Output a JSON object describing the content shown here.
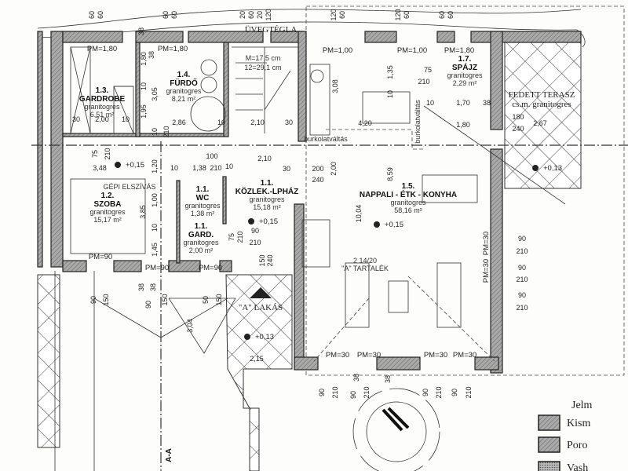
{
  "rooms": [
    {
      "num": "1.3.",
      "name": "GARDROBE",
      "floor": "granitogres",
      "area": "6,51 m²"
    },
    {
      "num": "1.4.",
      "name": "FÜRDŐ",
      "floor": "granitogres",
      "area": "8,21 m²"
    },
    {
      "num": "1.2.",
      "name": "SZOBA",
      "floor": "granitogres",
      "area": "15,17 m²"
    },
    {
      "num": "1.1.",
      "name": "WC",
      "floor": "granitogres",
      "area": "1,38 m²"
    },
    {
      "num": "1.1.",
      "name": "GARD.",
      "floor": "granitogres",
      "area": "2,00 m²"
    },
    {
      "num": "1.1.",
      "name": "KÖZLEK.-LPHÁZ",
      "floor": "granitogres",
      "area": "15,18 m²"
    },
    {
      "num": "1.5.",
      "name": "NAPPALI - ÉTK - KONYHA",
      "floor": "granitogres",
      "area": "58,16 m²"
    },
    {
      "num": "1.7.",
      "name": "SPÁJZ",
      "floor": "granitogres",
      "area": "2,29 m²"
    }
  ],
  "labels": {
    "glass_block": "ÜVEGTÉGLA",
    "stair_rise": "M=17,5 cm",
    "stair_tread": "12=29,1 cm",
    "ventilation": "GÉPI ELSZÍVÁS",
    "floor_change": "burkolatváltás",
    "floor_change_2": "burkolatváltás",
    "terrace_name": "FEDETT TERASZ",
    "terrace_floor": "cs.m. granitogres",
    "apartment": "\"A\" LAKÁS",
    "reserve": "\"A\" TARTALÉK",
    "reserve_stair": "2  14/20",
    "section": "A-A"
  },
  "elevations": [
    "+0,15",
    "+0,15",
    "+0,15",
    "+0,13",
    "+0,13"
  ],
  "pm_labels": [
    "PM=1,80",
    "PM=1,80",
    "PM=1,00",
    "PM=1,00",
    "PM=1,80",
    "PM=90",
    "PM=90",
    "PM=90",
    "PM=30",
    "PM=30",
    "PM=30",
    "PM=30",
    "PM=30",
    "PM=30"
  ],
  "dimensions": [
    "60",
    "60",
    "38",
    "60",
    "60",
    "20",
    "60",
    "20",
    "120",
    "120",
    "60",
    "120",
    "60",
    "60",
    "60",
    "30",
    "2,00",
    "10",
    "1,95",
    "10",
    "3,05",
    "1,80",
    "38",
    "2,86",
    "10",
    "10",
    "210",
    "2,10",
    "30",
    "75",
    "210",
    "3,48",
    "100",
    "2,10",
    "1,20",
    "10",
    "1,38",
    "210",
    "10",
    "30",
    "3,85",
    "1,00",
    "10",
    "1,45",
    "75",
    "210",
    "90",
    "210",
    "150",
    "240",
    "3,08",
    "1,35",
    "10",
    "75",
    "210",
    "4,20",
    "10",
    "1,70",
    "38",
    "1,80",
    "180",
    "240",
    "2,67",
    "200",
    "240",
    "2,00",
    "8,59",
    "10,04",
    "90",
    "210",
    "90",
    "210",
    "90",
    "210",
    "90",
    "210",
    "90",
    "210",
    "38",
    "38",
    "90",
    "210",
    "90",
    "210",
    "90",
    "150",
    "38",
    "90",
    "38",
    "150",
    "50",
    "150",
    "3,04",
    "2,15"
  ],
  "legend": {
    "title": "Jelm",
    "items": [
      {
        "label": "Kism"
      },
      {
        "label": "Poro"
      },
      {
        "label": "Vash"
      }
    ]
  }
}
